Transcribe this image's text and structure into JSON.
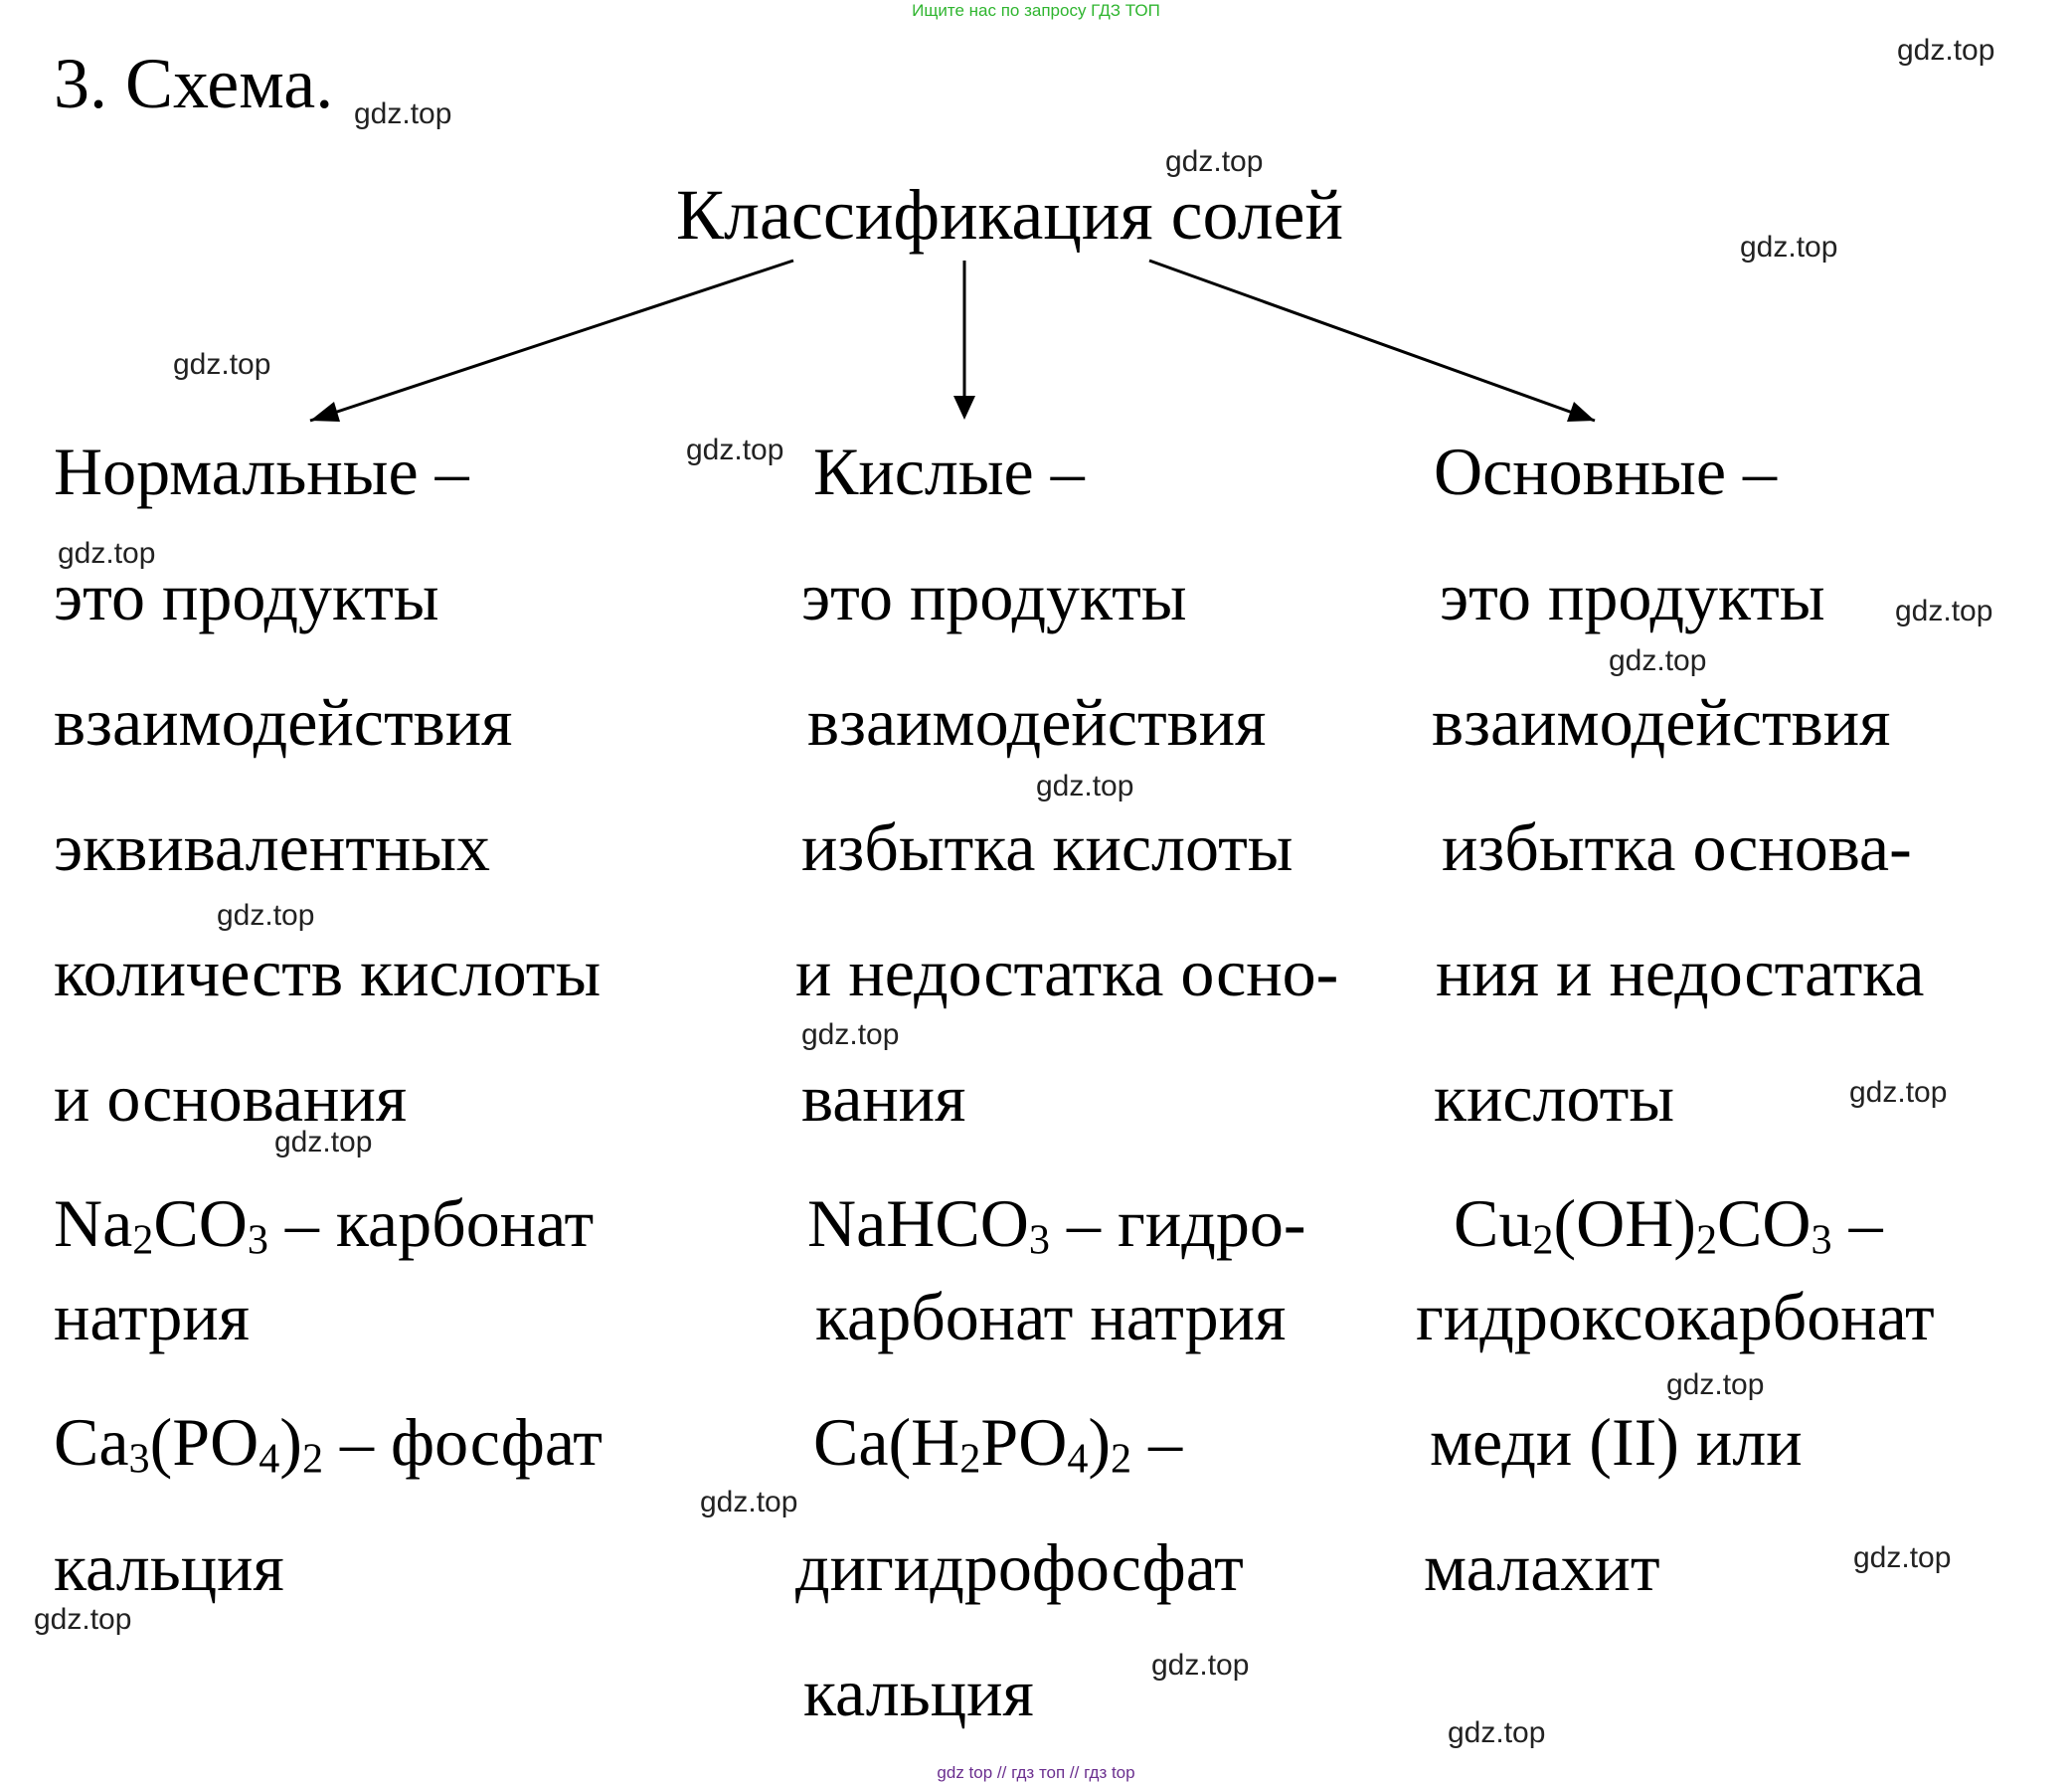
{
  "top_note": "Ищите нас по запросу ГДЗ ТОП",
  "heading": "3. Схема.",
  "root_label": "Классификация солей",
  "columns": [
    {
      "lines": [
        [
          {
            "t": "Нормальные –"
          }
        ],
        [
          {
            "t": "это продукты"
          }
        ],
        [
          {
            "t": "взаимодействия"
          }
        ],
        [
          {
            "t": "эквивалентных"
          }
        ],
        [
          {
            "t": "количеств кислоты"
          }
        ],
        [
          {
            "t": "и основания"
          }
        ],
        [
          {
            "t": "Na"
          },
          {
            "t": "2",
            "sub": true
          },
          {
            "t": "CO"
          },
          {
            "t": "3",
            "sub": true
          },
          {
            "t": " – карбонат"
          }
        ],
        [
          {
            "t": "натрия"
          }
        ],
        [
          {
            "t": "Ca"
          },
          {
            "t": "3",
            "sub": true
          },
          {
            "t": "(PO"
          },
          {
            "t": "4",
            "sub": true
          },
          {
            "t": ")"
          },
          {
            "t": "2",
            "sub": true
          },
          {
            "t": " – фосфат"
          }
        ],
        [
          {
            "t": "кальция"
          }
        ]
      ]
    },
    {
      "lines": [
        [
          {
            "t": "Кислые –"
          }
        ],
        [
          {
            "t": "это продукты"
          }
        ],
        [
          {
            "t": "взаимодействия"
          }
        ],
        [
          {
            "t": "избытка кислоты"
          }
        ],
        [
          {
            "t": "и недостатка осно-"
          }
        ],
        [
          {
            "t": "вания"
          }
        ],
        [
          {
            "t": "NaHCO"
          },
          {
            "t": "3",
            "sub": true
          },
          {
            "t": " – гидро-"
          }
        ],
        [
          {
            "t": "карбонат натрия"
          }
        ],
        [
          {
            "t": "Ca(H"
          },
          {
            "t": "2",
            "sub": true
          },
          {
            "t": "PO"
          },
          {
            "t": "4",
            "sub": true
          },
          {
            "t": ")"
          },
          {
            "t": "2",
            "sub": true
          },
          {
            "t": " –"
          }
        ],
        [
          {
            "t": "дигидрофосфат"
          }
        ],
        [
          {
            "t": "кальция"
          }
        ]
      ]
    },
    {
      "lines": [
        [
          {
            "t": "Основные –"
          }
        ],
        [
          {
            "t": "это продукты"
          }
        ],
        [
          {
            "t": "взаимодействия"
          }
        ],
        [
          {
            "t": "избытка основа-"
          }
        ],
        [
          {
            "t": "ния и недостатка"
          }
        ],
        [
          {
            "t": "кислоты"
          }
        ],
        [
          {
            "t": "Cu"
          },
          {
            "t": "2",
            "sub": true
          },
          {
            "t": "(OH)"
          },
          {
            "t": "2",
            "sub": true
          },
          {
            "t": "CO"
          },
          {
            "t": "3",
            "sub": true
          },
          {
            "t": " –"
          }
        ],
        [
          {
            "t": "гидроксокарбонат"
          }
        ],
        [
          {
            "t": "меди (II) или"
          }
        ],
        [
          {
            "t": "малахит"
          }
        ]
      ]
    }
  ],
  "watermark_text": "gdz.top",
  "footer": "gdz top  //  гдз топ  //  гдз top",
  "colors": {
    "text": "#000000",
    "top_note": "#2fb52f",
    "footer": "#6b2f8f",
    "watermark": "#222222"
  }
}
